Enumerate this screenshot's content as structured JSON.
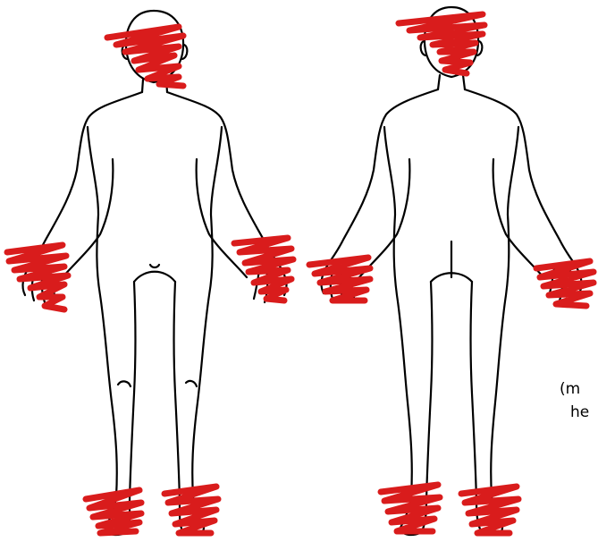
{
  "figure": {
    "views": [
      "front",
      "back"
    ],
    "marking_color": "#d91c1c",
    "outline_color": "#000000",
    "marked_regions": [
      "head",
      "left-hand",
      "right-hand",
      "left-foot",
      "right-foot"
    ]
  },
  "edge_text": {
    "line1": "(m",
    "line2": "he"
  }
}
